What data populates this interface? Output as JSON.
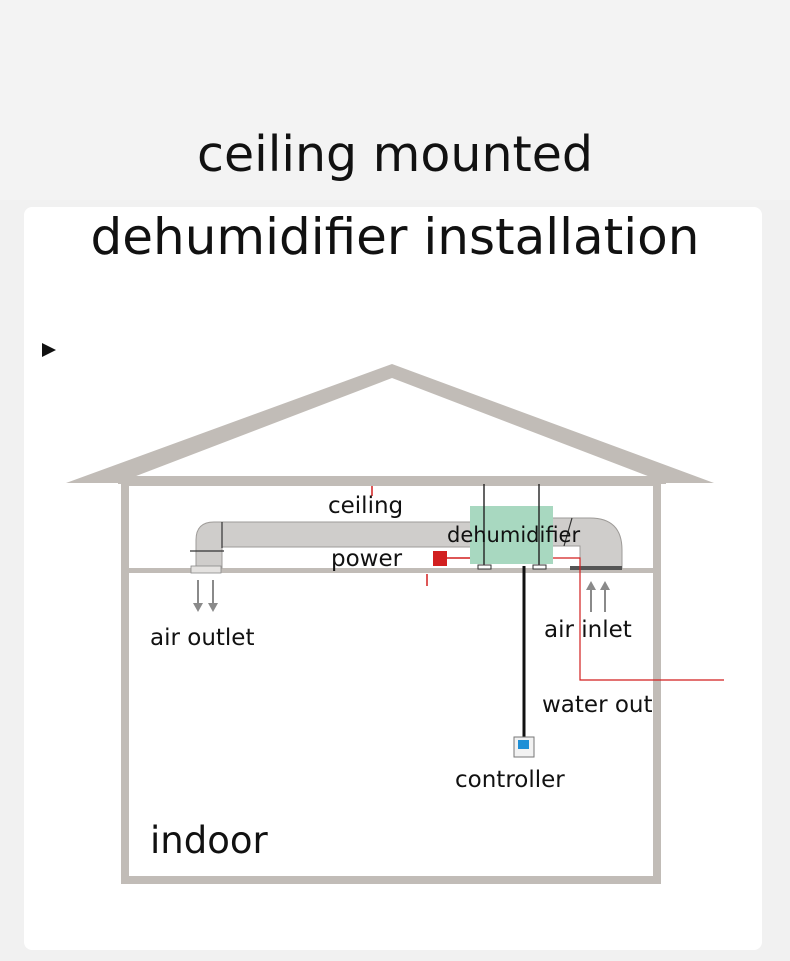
{
  "title": {
    "line1": "ceiling mounted",
    "line2": "dehumidifier installation"
  },
  "labels": {
    "ceiling": "ceiling",
    "dehumidifier": "dehumidifier",
    "power": "power",
    "air_outlet": "air outlet",
    "air_inlet": "air inlet",
    "water_out": "water out",
    "controller": "controller",
    "indoor": "indoor"
  },
  "colors": {
    "wall": "#c1bcb7",
    "duct": "#c9c7c5",
    "dehumidifier_box": "#a8d8c0",
    "power_line": "#d21f1f",
    "controller_screen": "#1e8fd6",
    "arrow": "#8a8a8a"
  },
  "icons": {
    "play": "play-triangle-icon"
  }
}
